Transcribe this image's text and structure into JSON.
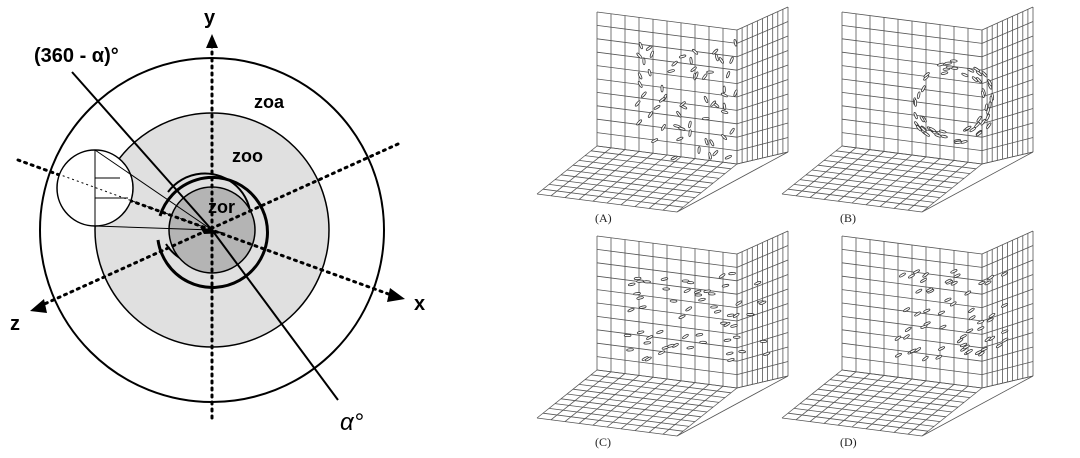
{
  "schematic": {
    "axis_labels": {
      "y": "y",
      "x": "x",
      "z": "z"
    },
    "zone_labels": {
      "outer": "zoa",
      "middle": "zoo",
      "inner": "zor"
    },
    "angle_top": "(360 - α)°",
    "angle_bottom": "α°",
    "colors": {
      "middle_zone": "#e0e0e0",
      "inner_zone": "#b4b4b4",
      "stroke": "#000000"
    }
  },
  "panels": [
    {
      "label": "(A)",
      "arrangement": "swarm"
    },
    {
      "label": "(B)",
      "arrangement": "torus"
    },
    {
      "label": "(C)",
      "arrangement": "dynamic-parallel"
    },
    {
      "label": "(D)",
      "arrangement": "highly-parallel"
    }
  ]
}
